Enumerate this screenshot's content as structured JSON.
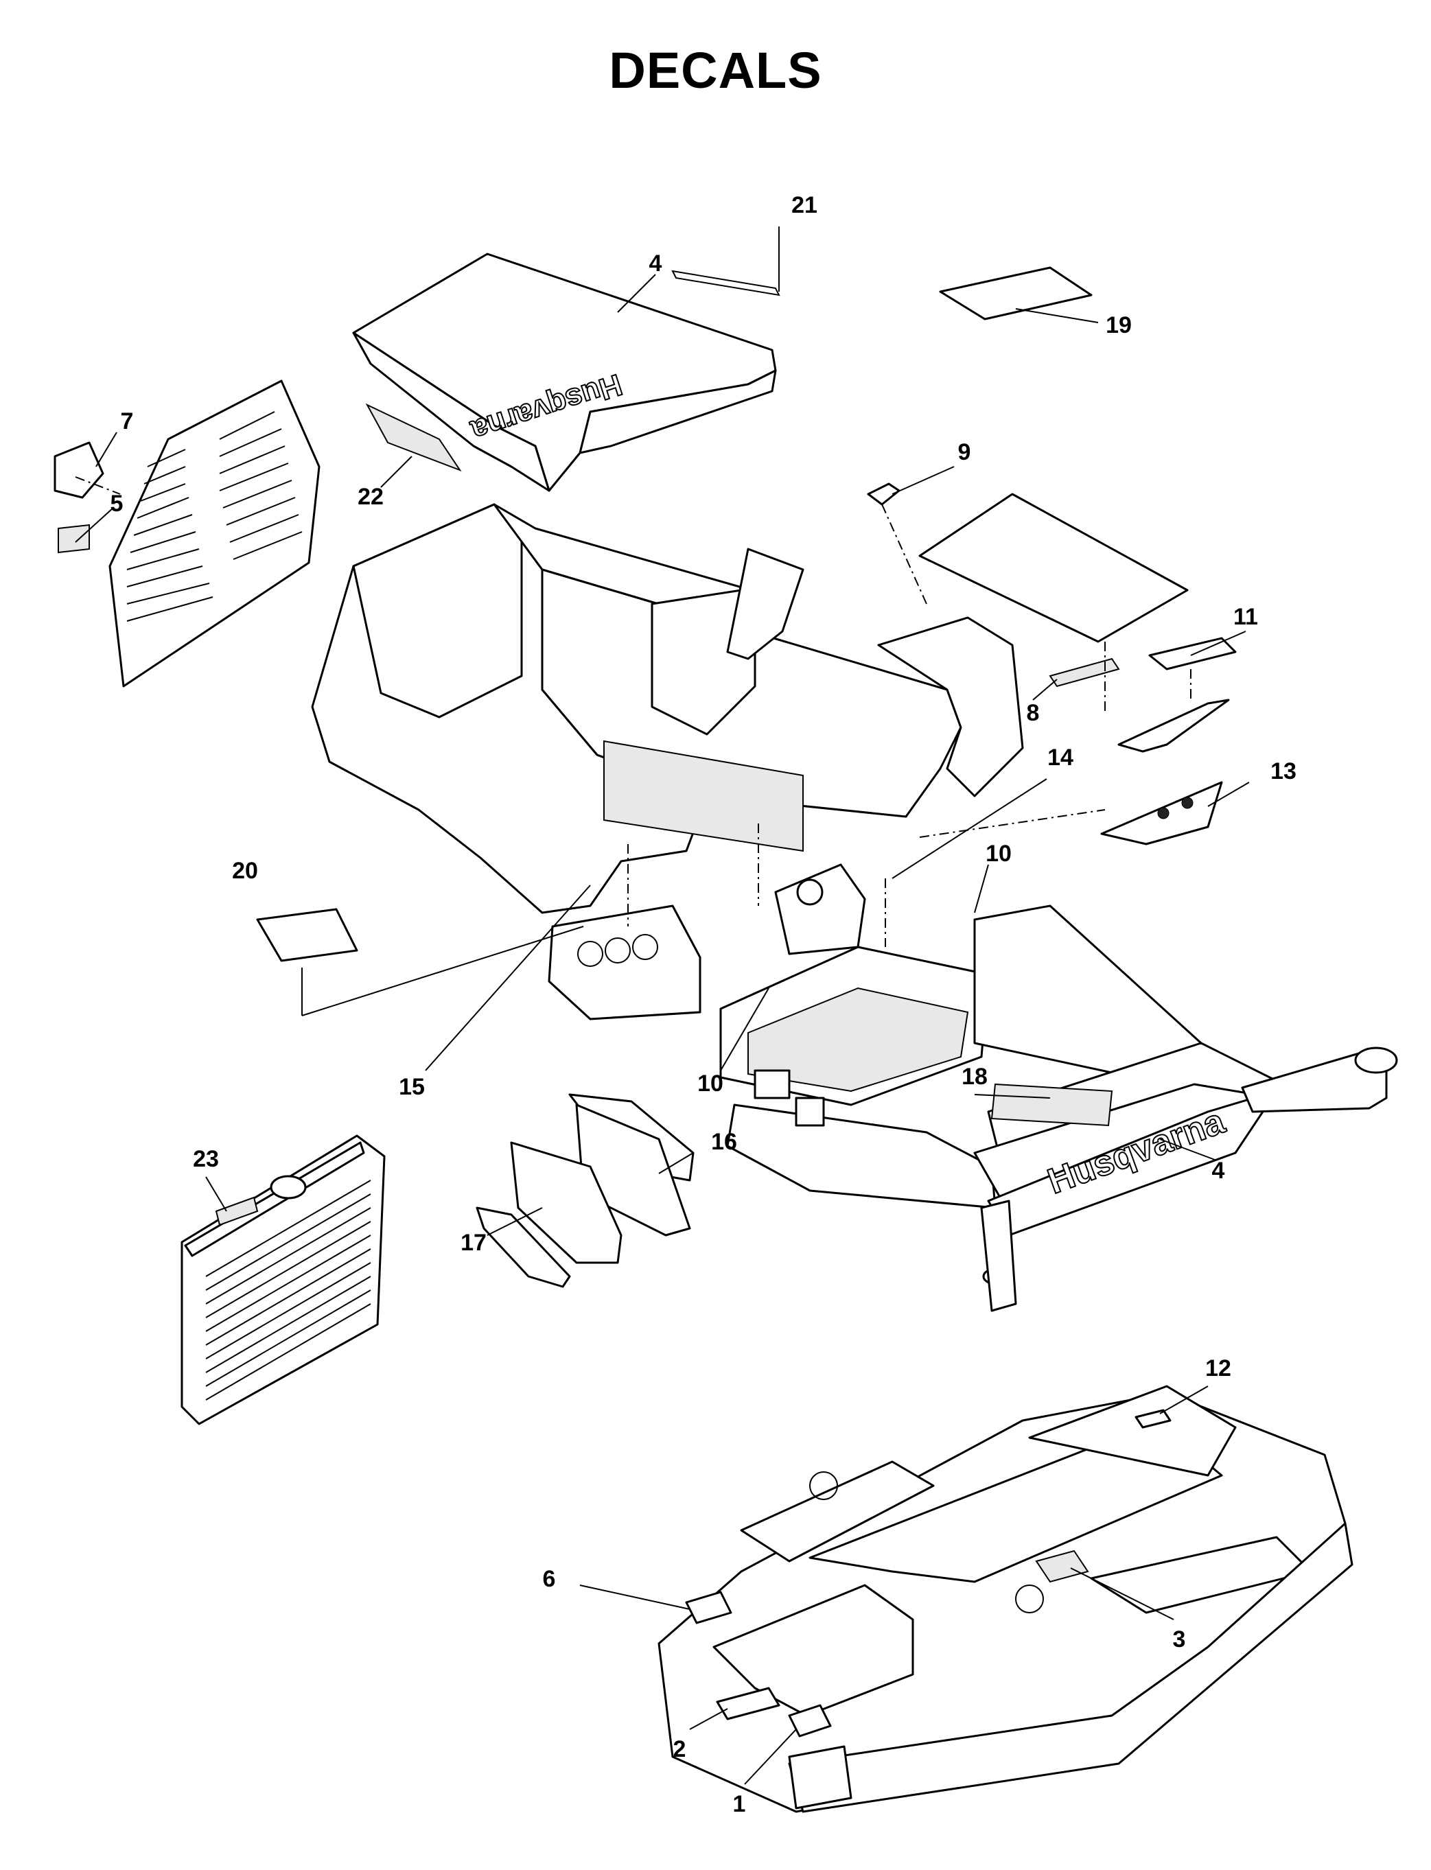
{
  "title": "DECALS",
  "brand_text": "Husqvarna",
  "callouts": {
    "c1": "1",
    "c2": "2",
    "c3": "3",
    "c4a": "4",
    "c4b": "4",
    "c5": "5",
    "c6": "6",
    "c7": "7",
    "c8": "8",
    "c9": "9",
    "c10a": "10",
    "c10b": "10",
    "c11": "11",
    "c12": "12",
    "c13": "13",
    "c14": "14",
    "c15": "15",
    "c16": "16",
    "c17": "17",
    "c18": "18",
    "c19": "19",
    "c20": "20",
    "c21": "21",
    "c22": "22",
    "c23": "23"
  }
}
